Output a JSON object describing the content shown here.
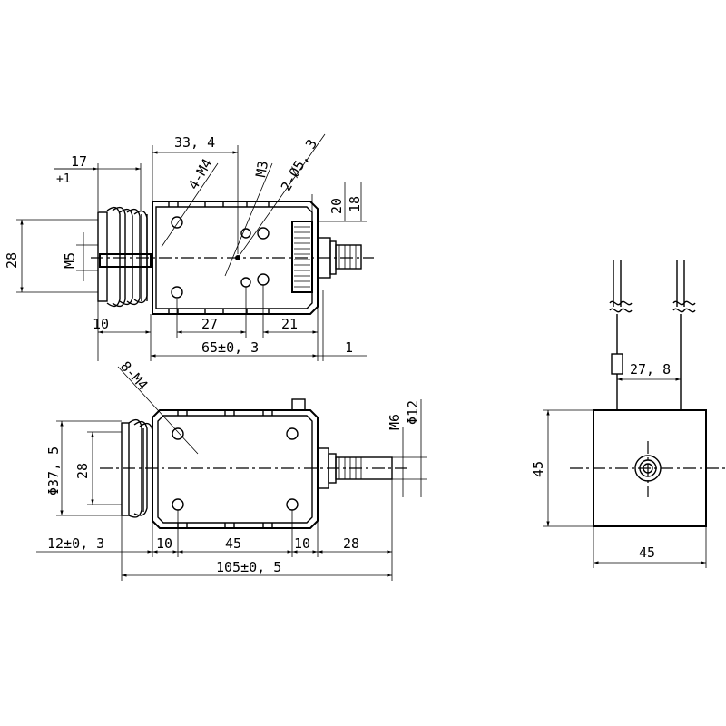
{
  "top_view": {
    "d_17": "17",
    "d_17_tol": "+1",
    "d_33_4": "33, 4",
    "d_4m4": "4-M4",
    "d_m3": "M3",
    "d_2phi": "2-Ø5, 3",
    "d_20": "20",
    "d_18": "18",
    "d_28": "28",
    "d_m5": "M5",
    "d_10": "10",
    "d_27": "27",
    "d_21": "21",
    "d_65": "65±0, 3",
    "d_1": "1"
  },
  "side_view": {
    "d_8m4": "8-M4",
    "d_m6": "M6",
    "d_phi12": "Φ12",
    "d_phi37": "Φ37, 5",
    "d_28": "28",
    "d_12": "12±0, 3",
    "d_10a": "10",
    "d_45": "45",
    "d_10b": "10",
    "d_28b": "28",
    "d_105": "105±0, 5"
  },
  "end_view": {
    "d_27_8": "27, 8",
    "d_45v": "45",
    "d_45h": "45"
  }
}
